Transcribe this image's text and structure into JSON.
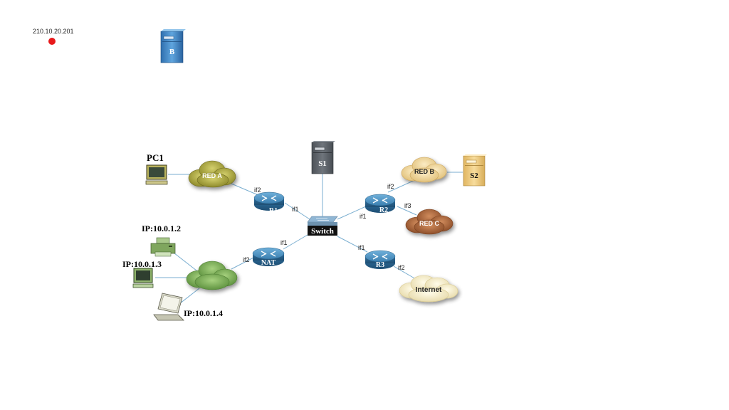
{
  "header": {
    "ip_address": "210.10.20.201",
    "server_b_label": "B"
  },
  "nodes": {
    "pc1": "PC1",
    "red_a": "RED A",
    "s1": "S1",
    "r1": "R1",
    "switch": "Switch",
    "red_b": "RED B",
    "s2": "S2",
    "r2": "R2",
    "red_c": "RED C",
    "nat": "NAT",
    "r3": "R3",
    "internet": "Internet",
    "host_printer": "IP:10.0.1.2",
    "host_desktop": "IP:10.0.1.3",
    "host_laptop": "IP:10.0.1.4"
  },
  "interfaces": {
    "r1_if2": "if2",
    "r1_if1": "if1",
    "r2_if2": "if2",
    "r2_if3": "if3",
    "r2_if1": "if1",
    "nat_if1": "if1",
    "nat_if2": "if2",
    "r3_if1": "if1",
    "r3_if2": "if2"
  },
  "colors": {
    "status_dot": "#e8191b",
    "router_blue": "#3b7fb0",
    "red_a_cloud": "#a6a23a",
    "red_b_cloud": "#f2d9a0",
    "red_c_cloud": "#b06a40",
    "lan_cloud": "#7fb257",
    "internet_cloud": "#f5ecc8",
    "link": "#7aaed0"
  }
}
